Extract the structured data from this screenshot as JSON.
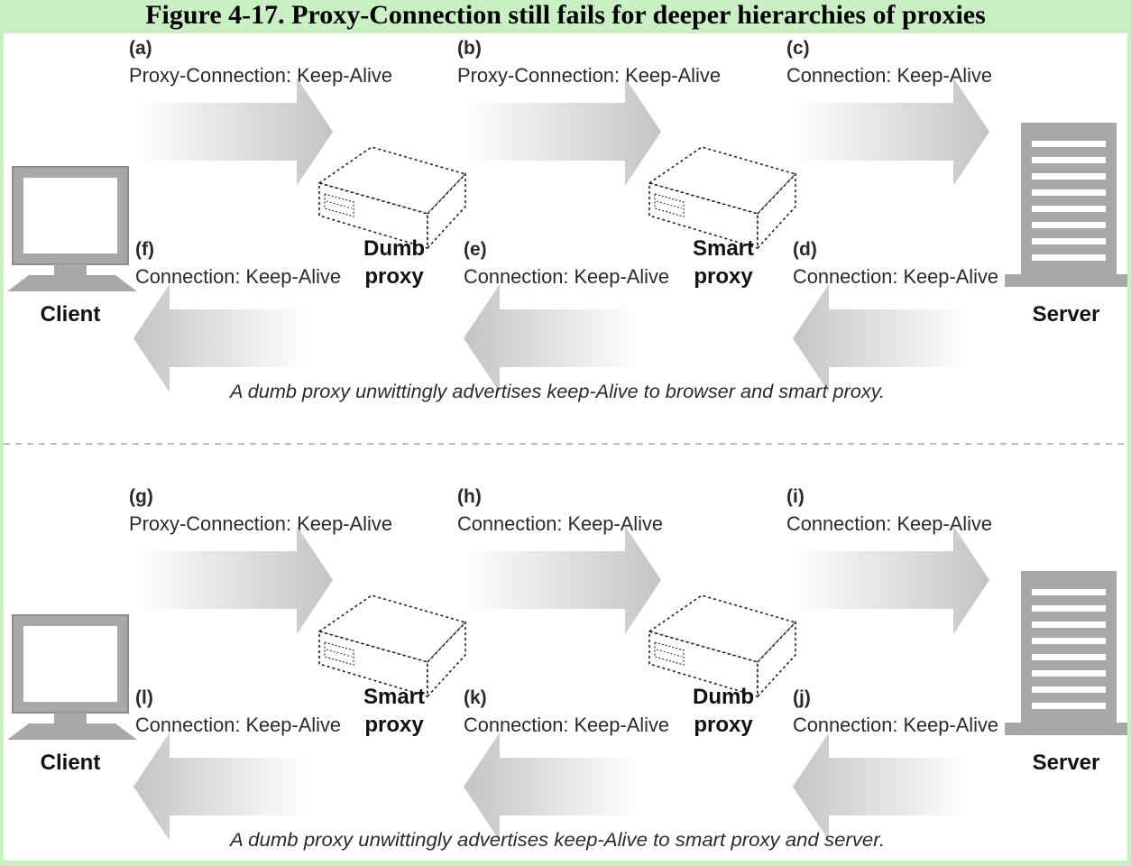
{
  "title": "Figure 4-17. Proxy-Connection still fails for deeper hierarchies of proxies",
  "colors": {
    "header_background": "#c9f0c3",
    "canvas_background": "#ffffff",
    "arrow_fill": "#c8c8c8",
    "device_fill": "#a8a8a8"
  },
  "panels": [
    {
      "client_label": "Client",
      "server_label": "Server",
      "proxy1_label": [
        "Dumb",
        "proxy"
      ],
      "proxy2_label": [
        "Smart",
        "proxy"
      ],
      "requests": [
        {
          "letter": "(a)",
          "header": "Proxy-Connection: Keep-Alive"
        },
        {
          "letter": "(b)",
          "header": "Proxy-Connection: Keep-Alive"
        },
        {
          "letter": "(c)",
          "header": "Connection: Keep-Alive"
        }
      ],
      "responses": [
        {
          "letter": "(f)",
          "header": "Connection: Keep-Alive"
        },
        {
          "letter": "(e)",
          "header": "Connection: Keep-Alive"
        },
        {
          "letter": "(d)",
          "header": "Connection: Keep-Alive"
        }
      ],
      "caption": "A dumb proxy unwittingly advertises keep-Alive to browser and smart proxy."
    },
    {
      "client_label": "Client",
      "server_label": "Server",
      "proxy1_label": [
        "Smart",
        "proxy"
      ],
      "proxy2_label": [
        "Dumb",
        "proxy"
      ],
      "requests": [
        {
          "letter": "(g)",
          "header": "Proxy-Connection: Keep-Alive"
        },
        {
          "letter": "(h)",
          "header": "Connection: Keep-Alive"
        },
        {
          "letter": "(i)",
          "header": "Connection: Keep-Alive"
        }
      ],
      "responses": [
        {
          "letter": "(l)",
          "header": "Connection: Keep-Alive"
        },
        {
          "letter": "(k)",
          "header": "Connection: Keep-Alive"
        },
        {
          "letter": "(j)",
          "header": "Connection: Keep-Alive"
        }
      ],
      "caption": "A dumb proxy unwittingly advertises keep-Alive to smart proxy and server."
    }
  ]
}
